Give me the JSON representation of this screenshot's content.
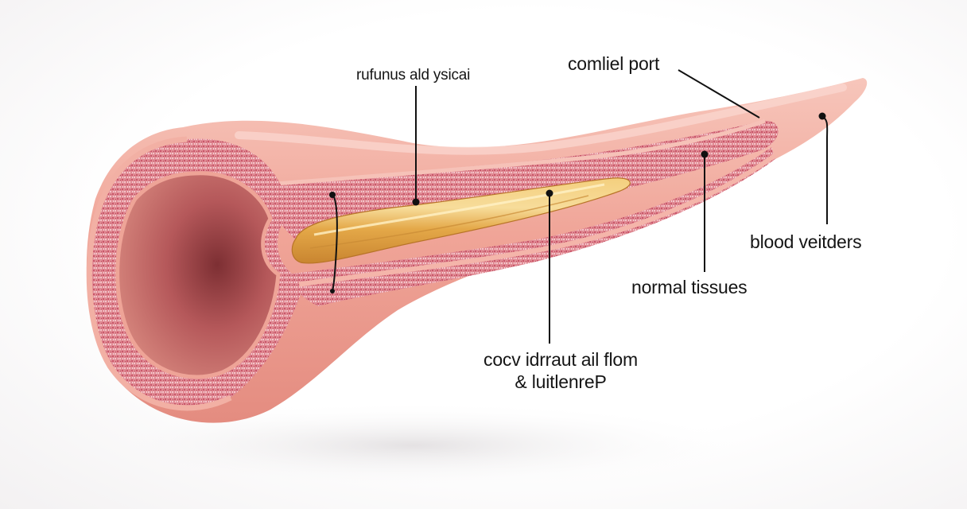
{
  "diagram": {
    "subject": "blood vessel cross-section with plaque deposit",
    "colors": {
      "background": "#ffffff",
      "outer_wall": "#eea294",
      "outer_wall_highlight": "#f7c3b8",
      "wall_tissue": "#d9727e",
      "wall_tissue_light": "#efb4bd",
      "lumen": "#c2645f",
      "lumen_dark": "#8e3b3d",
      "plaque": "#e3a54a",
      "plaque_highlight": "#f6d48a",
      "leader_line": "#111111",
      "label_text": "#151515"
    },
    "labels": [
      {
        "id": "top-left",
        "text": "rufunus ald ysicai"
      },
      {
        "id": "top-right",
        "text": "comliel port"
      },
      {
        "id": "right",
        "text": "blood veitders"
      },
      {
        "id": "middle-right",
        "text": "normal tissues"
      },
      {
        "id": "bottom",
        "line1": "cocv idrraut ail flom",
        "line2": "& luitlenreP"
      }
    ]
  }
}
